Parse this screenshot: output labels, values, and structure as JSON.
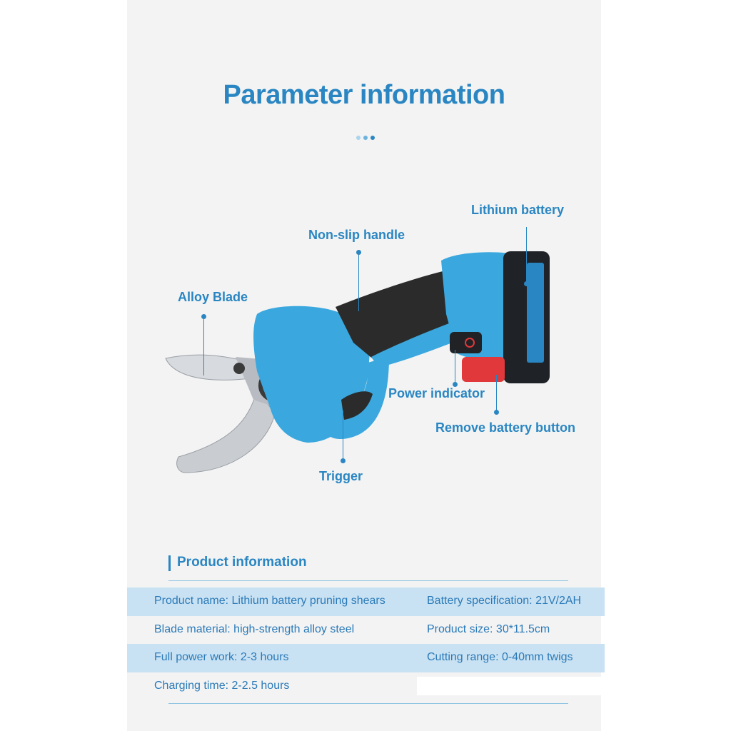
{
  "header": {
    "title": "Parameter information",
    "dots": [
      "#a9d4ee",
      "#6bb3de",
      "#2a86c2"
    ]
  },
  "callouts": {
    "lithium_battery": "Lithium battery",
    "non_slip_handle": "Non-slip handle",
    "alloy_blade": "Alloy Blade",
    "power_indicator": "Power indicator",
    "remove_battery_button": "Remove battery button",
    "trigger": "Trigger"
  },
  "product_info": {
    "section_title": "Product information",
    "rows": [
      {
        "left": "Product name: Lithium battery pruning shears",
        "right": "Battery specification: 21V/2AH"
      },
      {
        "left": "Blade material: high-strength alloy steel",
        "right": "Product size: 30*11.5cm"
      },
      {
        "left": "Full power work: 2-3 hours",
        "right": "Cutting range: 0-40mm twigs"
      },
      {
        "left": "Charging time: 2-2.5 hours",
        "right": ""
      }
    ]
  },
  "colors": {
    "accent": "#2a86c2",
    "tool_body": "#3aa8de",
    "grip": "#2b2b2b",
    "battery_red": "#e0383b"
  }
}
